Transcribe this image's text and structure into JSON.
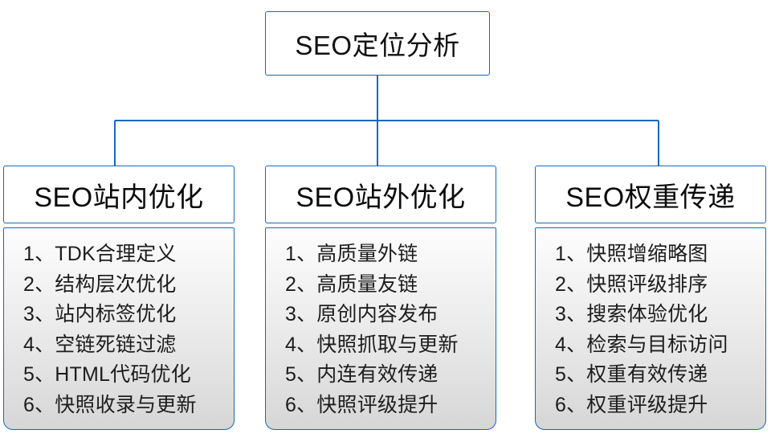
{
  "diagram": {
    "type": "hierarchy-tree",
    "root": {
      "label": "SEO定位分析"
    },
    "colors": {
      "border": "#1569bd",
      "connector": "#1569bd",
      "header_background": "#ffffff",
      "body_background_top": "#fdfdfd",
      "body_background_bottom": "#d6d6d6",
      "text": "#111111"
    },
    "branches": [
      {
        "header": "SEO站内优化",
        "items": [
          "1、TDK合理定义",
          "2、结构层次优化",
          "3、站内标签优化",
          "4、空链死链过滤",
          "5、HTML代码优化",
          "6、快照收录与更新"
        ]
      },
      {
        "header": "SEO站外优化",
        "items": [
          "1、高质量外链",
          "2、高质量友链",
          "3、原创内容发布",
          "4、快照抓取与更新",
          "5、内连有效传递",
          "6、快照评级提升"
        ]
      },
      {
        "header": "SEO权重传递",
        "items": [
          "1、快照增缩略图",
          "2、快照评级排序",
          "3、搜索体验优化",
          "4、检索与目标访问",
          "5、权重有效传递",
          "6、权重评级提升"
        ]
      }
    ]
  }
}
